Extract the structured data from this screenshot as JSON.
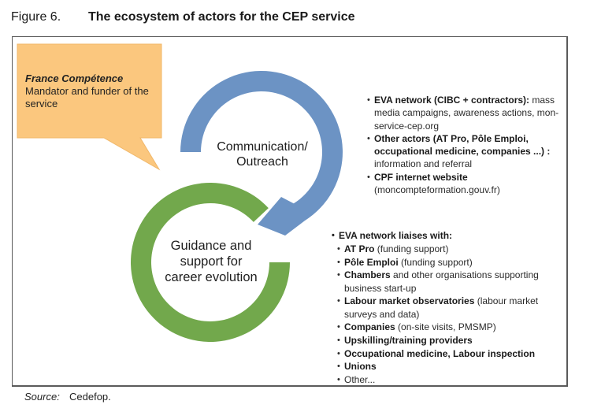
{
  "figure": {
    "number": "Figure 6.",
    "title": "The ecosystem of actors for the CEP service"
  },
  "colors": {
    "callout_fill": "#FBC77E",
    "callout_border": "#F0B769",
    "outreach_ring": "#6C93C4",
    "guidance_ring": "#72A84C",
    "frame_border": "#5A5A5A"
  },
  "callout": {
    "title": "France Compétence",
    "text": "Mandator and funder of the service"
  },
  "rings": {
    "outreach": {
      "label_line1": "Communication/",
      "label_line2": "Outreach"
    },
    "guidance": {
      "label_line1": "Guidance and",
      "label_line2": "support for",
      "label_line3": "career evolution"
    }
  },
  "outreach_actors": [
    {
      "bold": "EVA network (CIBC + contractors):",
      "text": " mass media campaigns, awareness actions, mon-service-cep.org"
    },
    {
      "bold": "Other actors (AT Pro, Pôle Emploi, occupational medicine, companies ...) :",
      "text": " information and referral"
    },
    {
      "bold": "CPF internet website",
      "text": " (moncompteformation.gouv.fr)"
    }
  ],
  "liaisons": {
    "heading": "EVA network liaises with:",
    "items": [
      {
        "bold": "AT Pro",
        "text": " (funding support)"
      },
      {
        "bold": "Pôle Emploi",
        "text": " (funding support)"
      },
      {
        "bold": "Chambers",
        "text": " and other organisations supporting business start-up"
      },
      {
        "bold": "Labour market observatories",
        "text": " (labour market surveys and data)"
      },
      {
        "bold": "Companies",
        "text": " (on-site visits, PMSMP)"
      },
      {
        "bold": "Upskilling/training providers",
        "text": ""
      },
      {
        "bold": "Occupational medicine, Labour inspection",
        "text": ""
      },
      {
        "bold": "Unions",
        "text": ""
      },
      {
        "bold": "",
        "text": "Other..."
      }
    ]
  },
  "source": {
    "label": "Source:",
    "value": "Cedefop."
  }
}
